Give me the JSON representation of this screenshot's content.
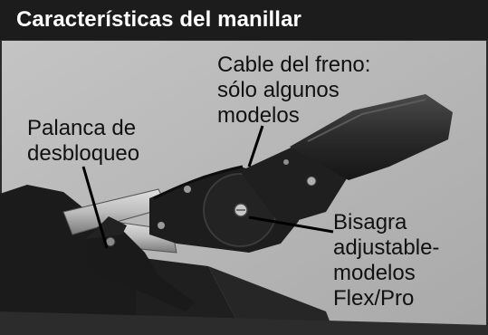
{
  "header": {
    "title": "Características del manillar"
  },
  "callouts": {
    "brake_cable": [
      "Cable del freno:",
      "sólo algunos",
      "modelos"
    ],
    "release_lever": [
      "Palanca de",
      "desbloqueo"
    ],
    "hinge": [
      "Bisagra",
      "adjustable-",
      "modelos",
      "Flex/Pro"
    ]
  },
  "colors": {
    "header_bg": "#1c1c1c",
    "photo_bg": "#b2b2b2",
    "foam_grip": "#2b2b2b"
  }
}
